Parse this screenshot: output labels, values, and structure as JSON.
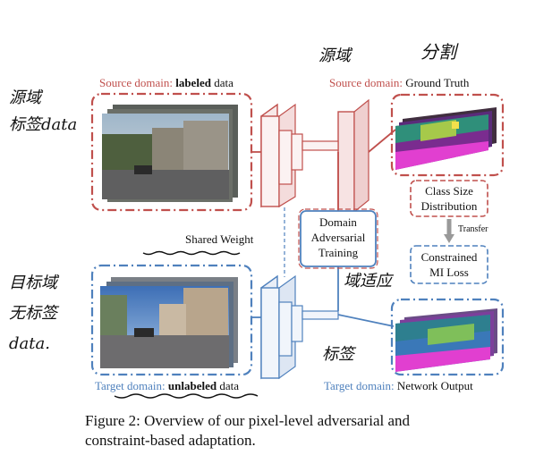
{
  "diagram": {
    "source_label_prefix": "Source domain",
    "source_label_bold": "labeled",
    "source_label_suffix": "data",
    "source_gt_prefix": "Source domain",
    "source_gt_suffix": "Ground Truth",
    "target_label_prefix": "Target domain",
    "target_label_bold": "unlabeled",
    "target_label_suffix": "data",
    "target_out_prefix": "Target domain",
    "target_out_suffix": "Network Output",
    "shared_weight": "Shared Weight",
    "domain_adv": [
      "Domain",
      "Adversarial",
      "Training"
    ],
    "class_size": [
      "Class Size",
      "Distribution"
    ],
    "transfer": "Transfer",
    "constrained_mi": [
      "Constrained",
      "MI Loss"
    ]
  },
  "handwriting": {
    "top_left": [
      "源域",
      "标签data"
    ],
    "top_mid": "源域",
    "top_right": "分割",
    "bottom_left": [
      "目标域",
      "无标签",
      "data."
    ],
    "mid_right": "域适应",
    "bottom_mid": "标签"
  },
  "caption": {
    "line1": "Figure 2:  Overview of our pixel-level adversarial and",
    "line2": "constraint-based adaptation."
  },
  "colors": {
    "red": "#c0504d",
    "blue": "#4f81bd"
  }
}
